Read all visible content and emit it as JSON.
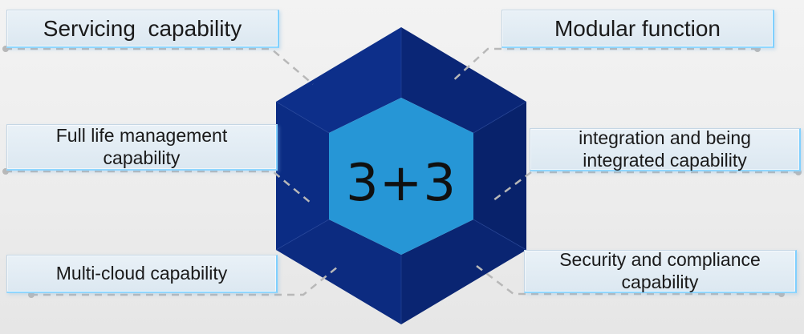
{
  "center_label": "3+3",
  "capabilities": {
    "servicing": "Servicing  capability",
    "modular": "Modular function",
    "full_life_line1": "Full life management",
    "full_life_line2": "capability",
    "integration_line1": "integration and being",
    "integration_line2": "integrated capability",
    "multi_cloud": "Multi-cloud capability",
    "security_line1": "Security and compliance",
    "security_line2": "capability"
  },
  "colors": {
    "hex_outer": "#0b2a82",
    "hex_outer_shade": "#07206a",
    "hex_inner": "#2696d6",
    "connector": "#b3b3b3",
    "box_fill": "#e2ecf4",
    "box_glow": "#7fd0ff"
  }
}
